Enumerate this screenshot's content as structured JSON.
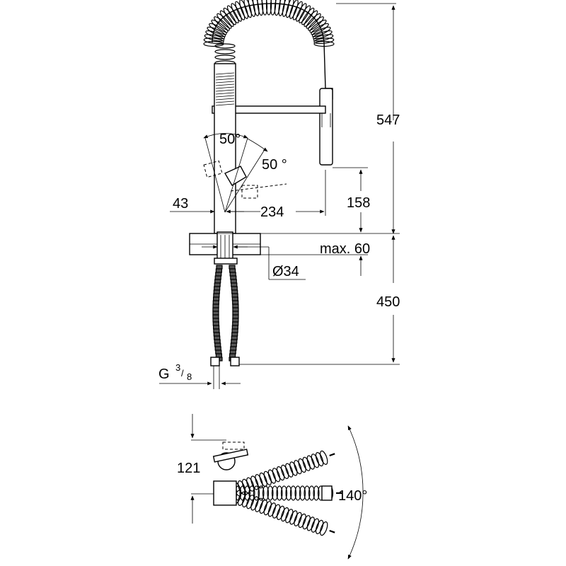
{
  "dimensions": {
    "total_height": "547",
    "spout_height": "158",
    "spout_reach": "234",
    "lever_offset": "43",
    "lever_angle_left": "50°",
    "lever_angle_right": "50 °",
    "max_thickness": "max. 60",
    "hole_diameter": "Ø34",
    "hose_length": "450",
    "connection_thread": "G",
    "thread_num": "3",
    "thread_den": "8",
    "base_offset": "121",
    "swivel_angle": "140°"
  }
}
